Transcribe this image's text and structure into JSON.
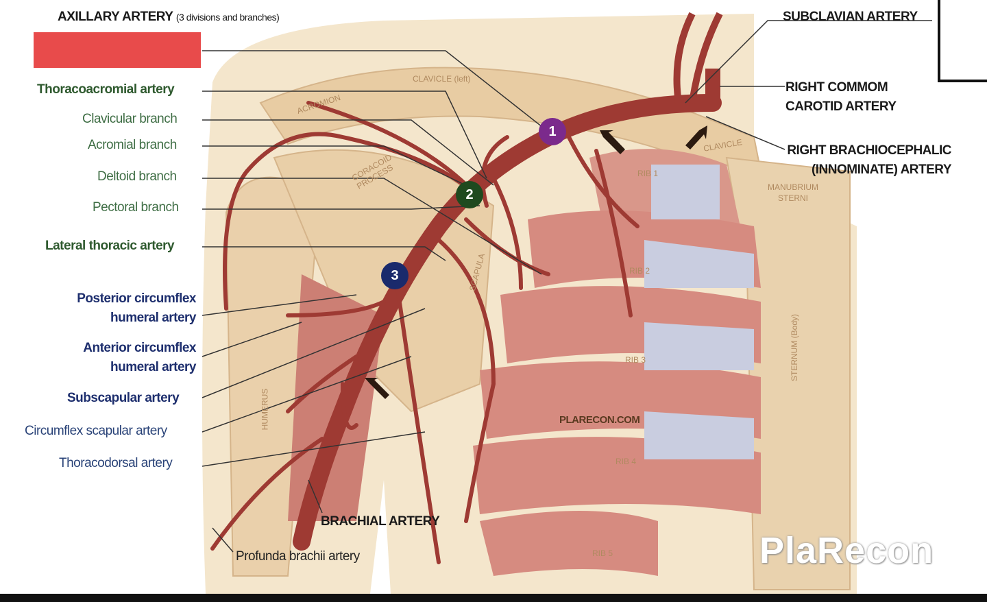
{
  "title": {
    "main": "AXILLARY ARTERY",
    "sub": "(3 divisions and branches)"
  },
  "labels": {
    "thoracoacromial": "Thoracoacromial artery",
    "clavicular": "Clavicular branch",
    "acromial": "Acromial branch",
    "deltoid": "Deltoid branch",
    "pectoral": "Pectoral branch",
    "lateral_thoracic": "Lateral thoracic artery",
    "posterior_circumflex_1": "Posterior circumflex",
    "posterior_circumflex_2": "humeral artery",
    "anterior_circumflex_1": "Anterior circumflex",
    "anterior_circumflex_2": "humeral artery",
    "subscapular": "Subscapular artery",
    "circumflex_scapular": "Circumflex scapular artery",
    "thoracodorsal": "Thoracodorsal artery",
    "profunda": "Profunda brachii artery",
    "brachial": "BRACHIAL ARTERY",
    "subclavian": "SUBCLAVIAN ARTERY",
    "right_common_carotid_1": "RIGHT COMMOM",
    "right_common_carotid_2": "CAROTID ARTERY",
    "right_brachiocephalic_1": "RIGHT BRACHIOCEPHALIC",
    "right_brachiocephalic_2": "(INNOMINATE) ARTERY"
  },
  "bones": {
    "clavicle_left": "CLAVICLE (left)",
    "acromion": "ACROMION",
    "coracoid": "CORACOID PROCESS",
    "scapula": "SCAPULA",
    "humerus": "HUMERUS",
    "rib1": "RIB 1",
    "rib2": "RIB 2",
    "rib3": "RIB 3",
    "rib4": "RIB 4",
    "rib5": "RIB 5",
    "clavicle": "CLAVICLE",
    "manubrium_1": "MANUBRIUM",
    "manubrium_2": "STERNI",
    "sternum": "STERNUM (Body)"
  },
  "badges": [
    "1",
    "2",
    "3"
  ],
  "signature": "PLARECON.COM",
  "watermark": "PlaRecon",
  "colors": {
    "artery": "#9e3a33",
    "bone": "#ecd3b0",
    "muscle": "#d68b80",
    "cartilage": "#c9cde0",
    "badge1": "#7b2a8c",
    "badge2": "#1f4a1f",
    "badge3": "#1a2a6c",
    "redaction": "#e84b4b"
  }
}
